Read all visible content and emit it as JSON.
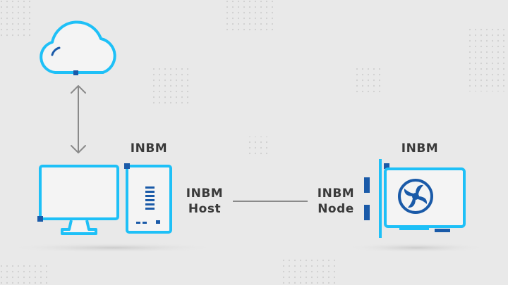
{
  "labels": {
    "host_device_label": "INBM",
    "host_line1": "INBM",
    "host_line2": "Host",
    "node_line1": "INBM",
    "node_line2": "Node",
    "node_device_label": "INBM"
  },
  "colors": {
    "accent": "#1ec0f7",
    "dark_blue": "#1a5aa8",
    "connector": "#8a8a8a",
    "text": "#3a3a3a",
    "background": "#e9e9e9"
  },
  "icons": [
    "cloud-icon",
    "monitor-icon",
    "server-tower-icon",
    "gpu-card-icon",
    "fan-icon"
  ]
}
